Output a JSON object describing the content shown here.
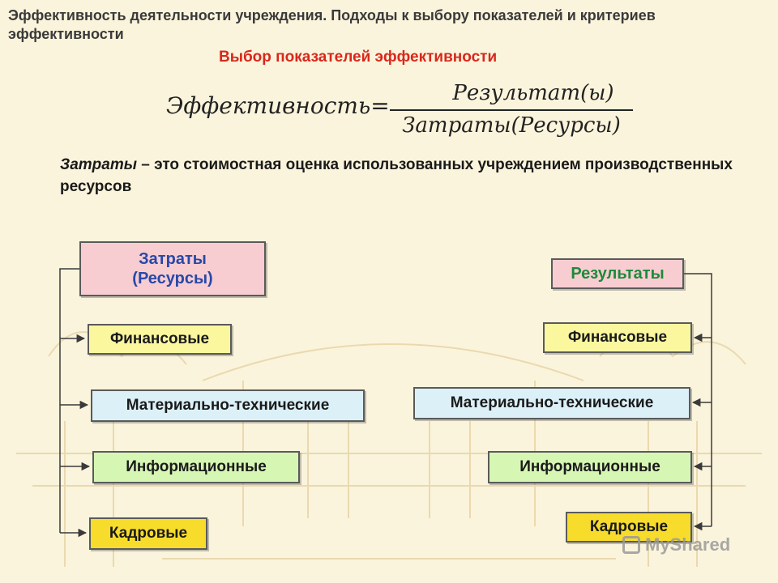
{
  "header": {
    "title": "Эффективность деятельности учреждения. Подходы к выбору показателей и критериев эффективности"
  },
  "subtitle": "Выбор показателей эффективности",
  "formula": {
    "lhs": "Эффективность=",
    "numerator": "Результат(ы)",
    "denominator": "Затраты(Ресурсы)"
  },
  "definition": {
    "term": "Затраты",
    "text": " – это стоимостная оценка использованных учреждением производственных ресурсов"
  },
  "costs": {
    "head": "Затраты (Ресурсы)",
    "items": [
      "Финансовые",
      "Материально-технические",
      "Информационные",
      "Кадровые"
    ]
  },
  "results": {
    "head": "Результаты",
    "items": [
      "Финансовые",
      "Материально-технические",
      "Информационные",
      "Кадровые"
    ]
  },
  "watermark": "MyShared",
  "colors": {
    "background": "#fbf4dc",
    "subtitle": "#d8281c",
    "costs_head_text": "#2848a8",
    "results_head_text": "#1d8a3a"
  }
}
